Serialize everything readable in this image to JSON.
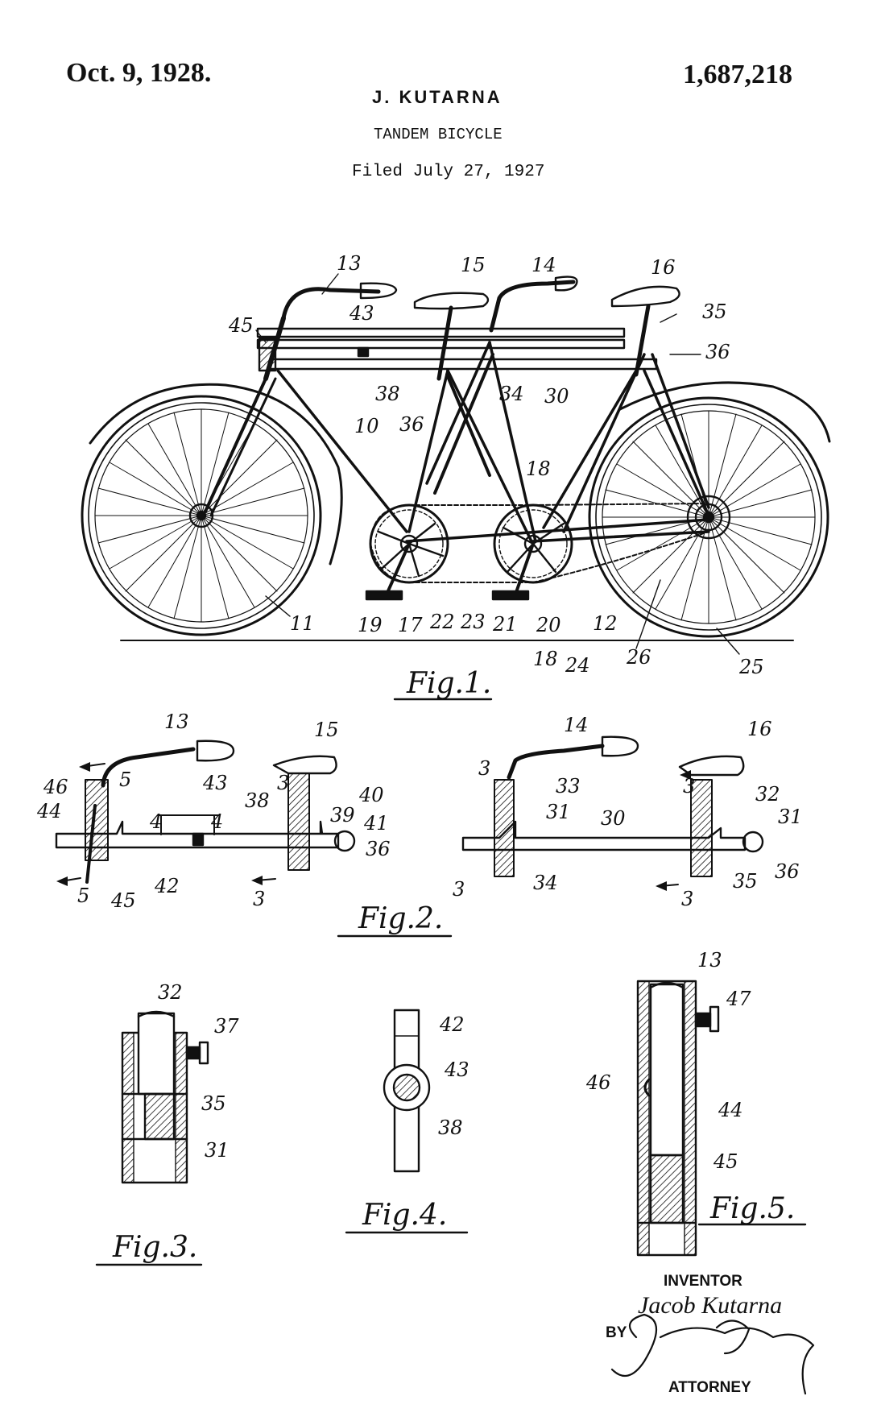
{
  "header": {
    "date": "Oct. 9, 1928.",
    "patent_number": "1,687,218",
    "inventor_short": "J. KUTARNA",
    "title": "TANDEM BICYCLE",
    "filed": "Filed July 27, 1927"
  },
  "figures": {
    "fig1": "Fig.1.",
    "fig2": "Fig.2.",
    "fig3": "Fig.3.",
    "fig4": "Fig.4.",
    "fig5": "Fig.5."
  },
  "fig1_refs": [
    "13",
    "15",
    "14",
    "16",
    "35",
    "36",
    "45",
    "43",
    "38",
    "34",
    "30",
    "10",
    "36",
    "18",
    "11",
    "19",
    "17",
    "22",
    "23",
    "21",
    "20",
    "12",
    "18",
    "24",
    "26",
    "25"
  ],
  "fig2_refs": [
    "13",
    "15",
    "5",
    "46",
    "44",
    "43",
    "4",
    "4",
    "38",
    "3",
    "40",
    "39",
    "41",
    "36",
    "42",
    "45",
    "5",
    "3",
    "14",
    "16",
    "3",
    "33",
    "3",
    "32",
    "31",
    "30",
    "31",
    "34",
    "3",
    "35",
    "36",
    "3"
  ],
  "fig3_refs": [
    "32",
    "37",
    "35",
    "31"
  ],
  "fig4_refs": [
    "42",
    "43",
    "38"
  ],
  "fig5_refs": [
    "13",
    "47",
    "46",
    "44",
    "45"
  ],
  "signature": {
    "inventor_label": "INVENTOR",
    "inventor_name": "Jacob Kutarna",
    "by_label": "BY",
    "attorney_label": "ATTORNEY"
  }
}
